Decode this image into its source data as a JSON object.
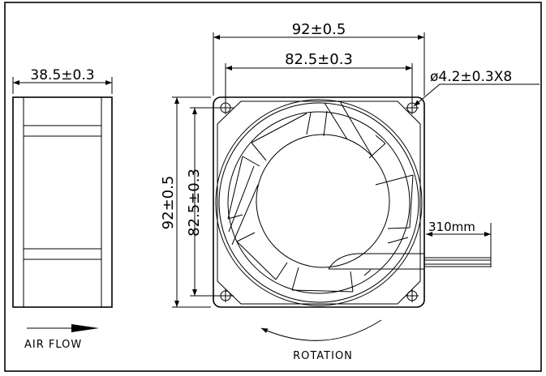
{
  "drawing": {
    "side_view": {
      "depth_dimension": "38.5±0.3",
      "airflow_label": "AIR FLOW"
    },
    "front_view": {
      "overall_width": "92±0.5",
      "hole_pitch_horizontal": "82.5±0.3",
      "overall_height": "92±0.5",
      "hole_pitch_vertical": "82.5±0.3",
      "mounting_hole": "ø4.2±0.3X8",
      "lead_length": "310mm",
      "rotation_label": "ROTATION"
    }
  }
}
